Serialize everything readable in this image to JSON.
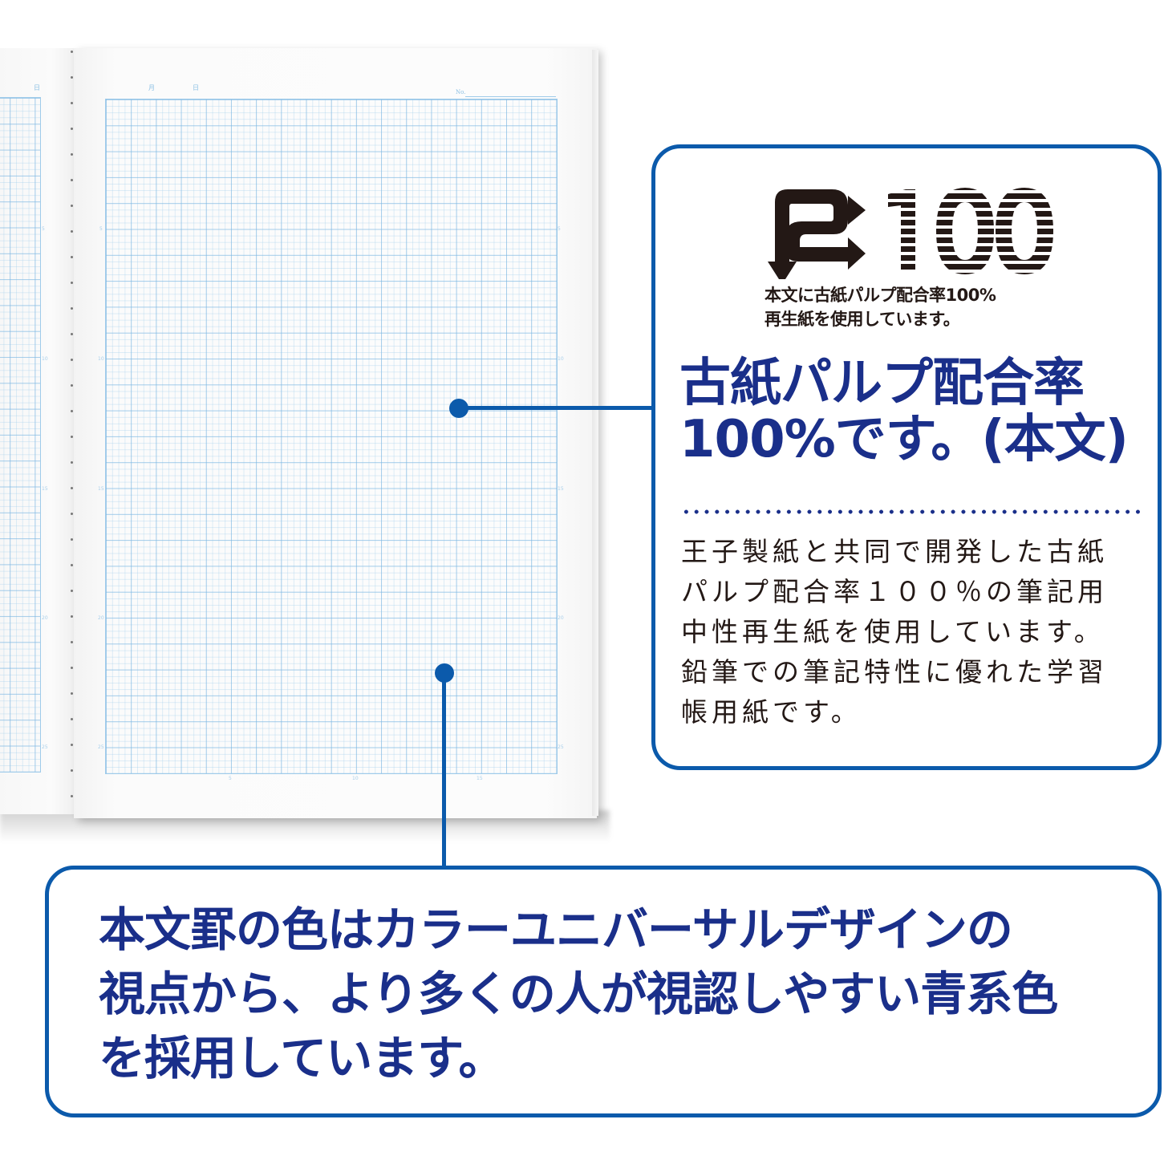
{
  "notebook": {
    "left_page": {
      "header_label": "日",
      "row_labels": [
        "5",
        "10",
        "15",
        "20",
        "25"
      ]
    },
    "right_page": {
      "header_labels": [
        "月",
        "日"
      ],
      "number_label": "No.",
      "row_labels_left": [
        "5",
        "10",
        "15",
        "20",
        "25"
      ],
      "row_labels_right": [
        "5",
        "10",
        "15",
        "20",
        "25"
      ],
      "column_labels": [
        "5",
        "10",
        "15"
      ]
    },
    "grid_color": "#9fcbea"
  },
  "callout_top": {
    "logo": {
      "icon": "r100-recycle-icon",
      "number": "100",
      "caption_lines": [
        "本文に古紙パルプ配合率100%",
        "再生紙を使用しています。"
      ]
    },
    "headline_lines": [
      "古紙パルプ配合率",
      "100%です。(本文)"
    ],
    "body_lines": [
      "王子製紙と共同で開発した古紙",
      "パルプ配合率１００％の筆記用",
      "中性再生紙を使用しています。",
      "鉛筆での筆記特性に優れた学習",
      "帳用紙です。"
    ]
  },
  "callout_bottom": {
    "lines": [
      "本文罫の色はカラーユニバーサルデザインの",
      "視点から、より多くの人が視認しやすい青系色",
      "を採用しています。"
    ]
  },
  "colors": {
    "accent_blue": "#0b5aab",
    "headline_navy": "#1a2f8a",
    "text_dark": "#231815"
  }
}
